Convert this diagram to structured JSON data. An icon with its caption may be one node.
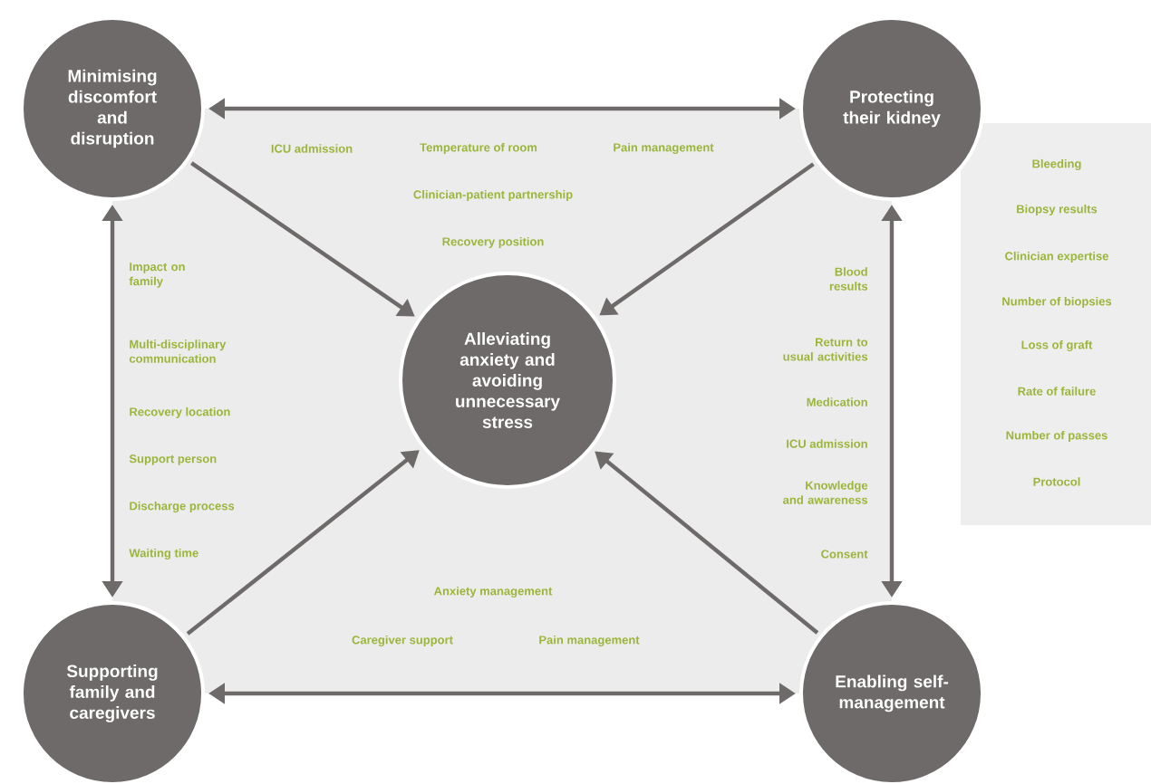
{
  "diagram": {
    "nodes": [
      {
        "text": [
          "Minimising discomfort and disruption"
        ]
      },
      {
        "text": [
          "Protecting their kidney"
        ]
      },
      {
        "text": [
          "Alleviating anxiety and avoiding unnecessary stress"
        ]
      },
      {
        "text": [
          "Supporting family and caregivers"
        ]
      },
      {
        "text": [
          "Enabling self-management"
        ]
      }
    ],
    "edges": [
      {
        "from": 0,
        "to": 1,
        "arrow": "both"
      },
      {
        "from": 0,
        "to": 3,
        "arrow": "both"
      },
      {
        "from": 1,
        "to": 4,
        "arrow": "both"
      },
      {
        "from": 3,
        "to": 4,
        "arrow": "both"
      },
      {
        "from": 0,
        "to": 2,
        "arrow": "to"
      },
      {
        "from": 1,
        "to": 2,
        "arrow": "to"
      },
      {
        "from": 3,
        "to": 2,
        "arrow": "to"
      },
      {
        "from": 4,
        "to": 2,
        "arrow": "to"
      }
    ],
    "labels": [
      "ICU admission",
      "Temperature of room",
      "Pain management",
      "Clinician-patient partnership",
      "Recovery position",
      "Bleeding",
      "Biopsy results",
      "Clinician expertise",
      "Number of biopsies",
      "Loss of graft",
      "Rate of failure",
      "Number of passes",
      "Protocol",
      "Impact on family",
      "Multi-disciplinary communication",
      "Recovery location",
      "Support person",
      "Discharge process",
      "Waiting time",
      "Blood results",
      "Return to usual activities",
      "Medication",
      "ICU admission",
      "Knowledge and awareness",
      "Consent",
      "Anxiety management",
      "Caregiver support",
      "Pain management"
    ]
  }
}
